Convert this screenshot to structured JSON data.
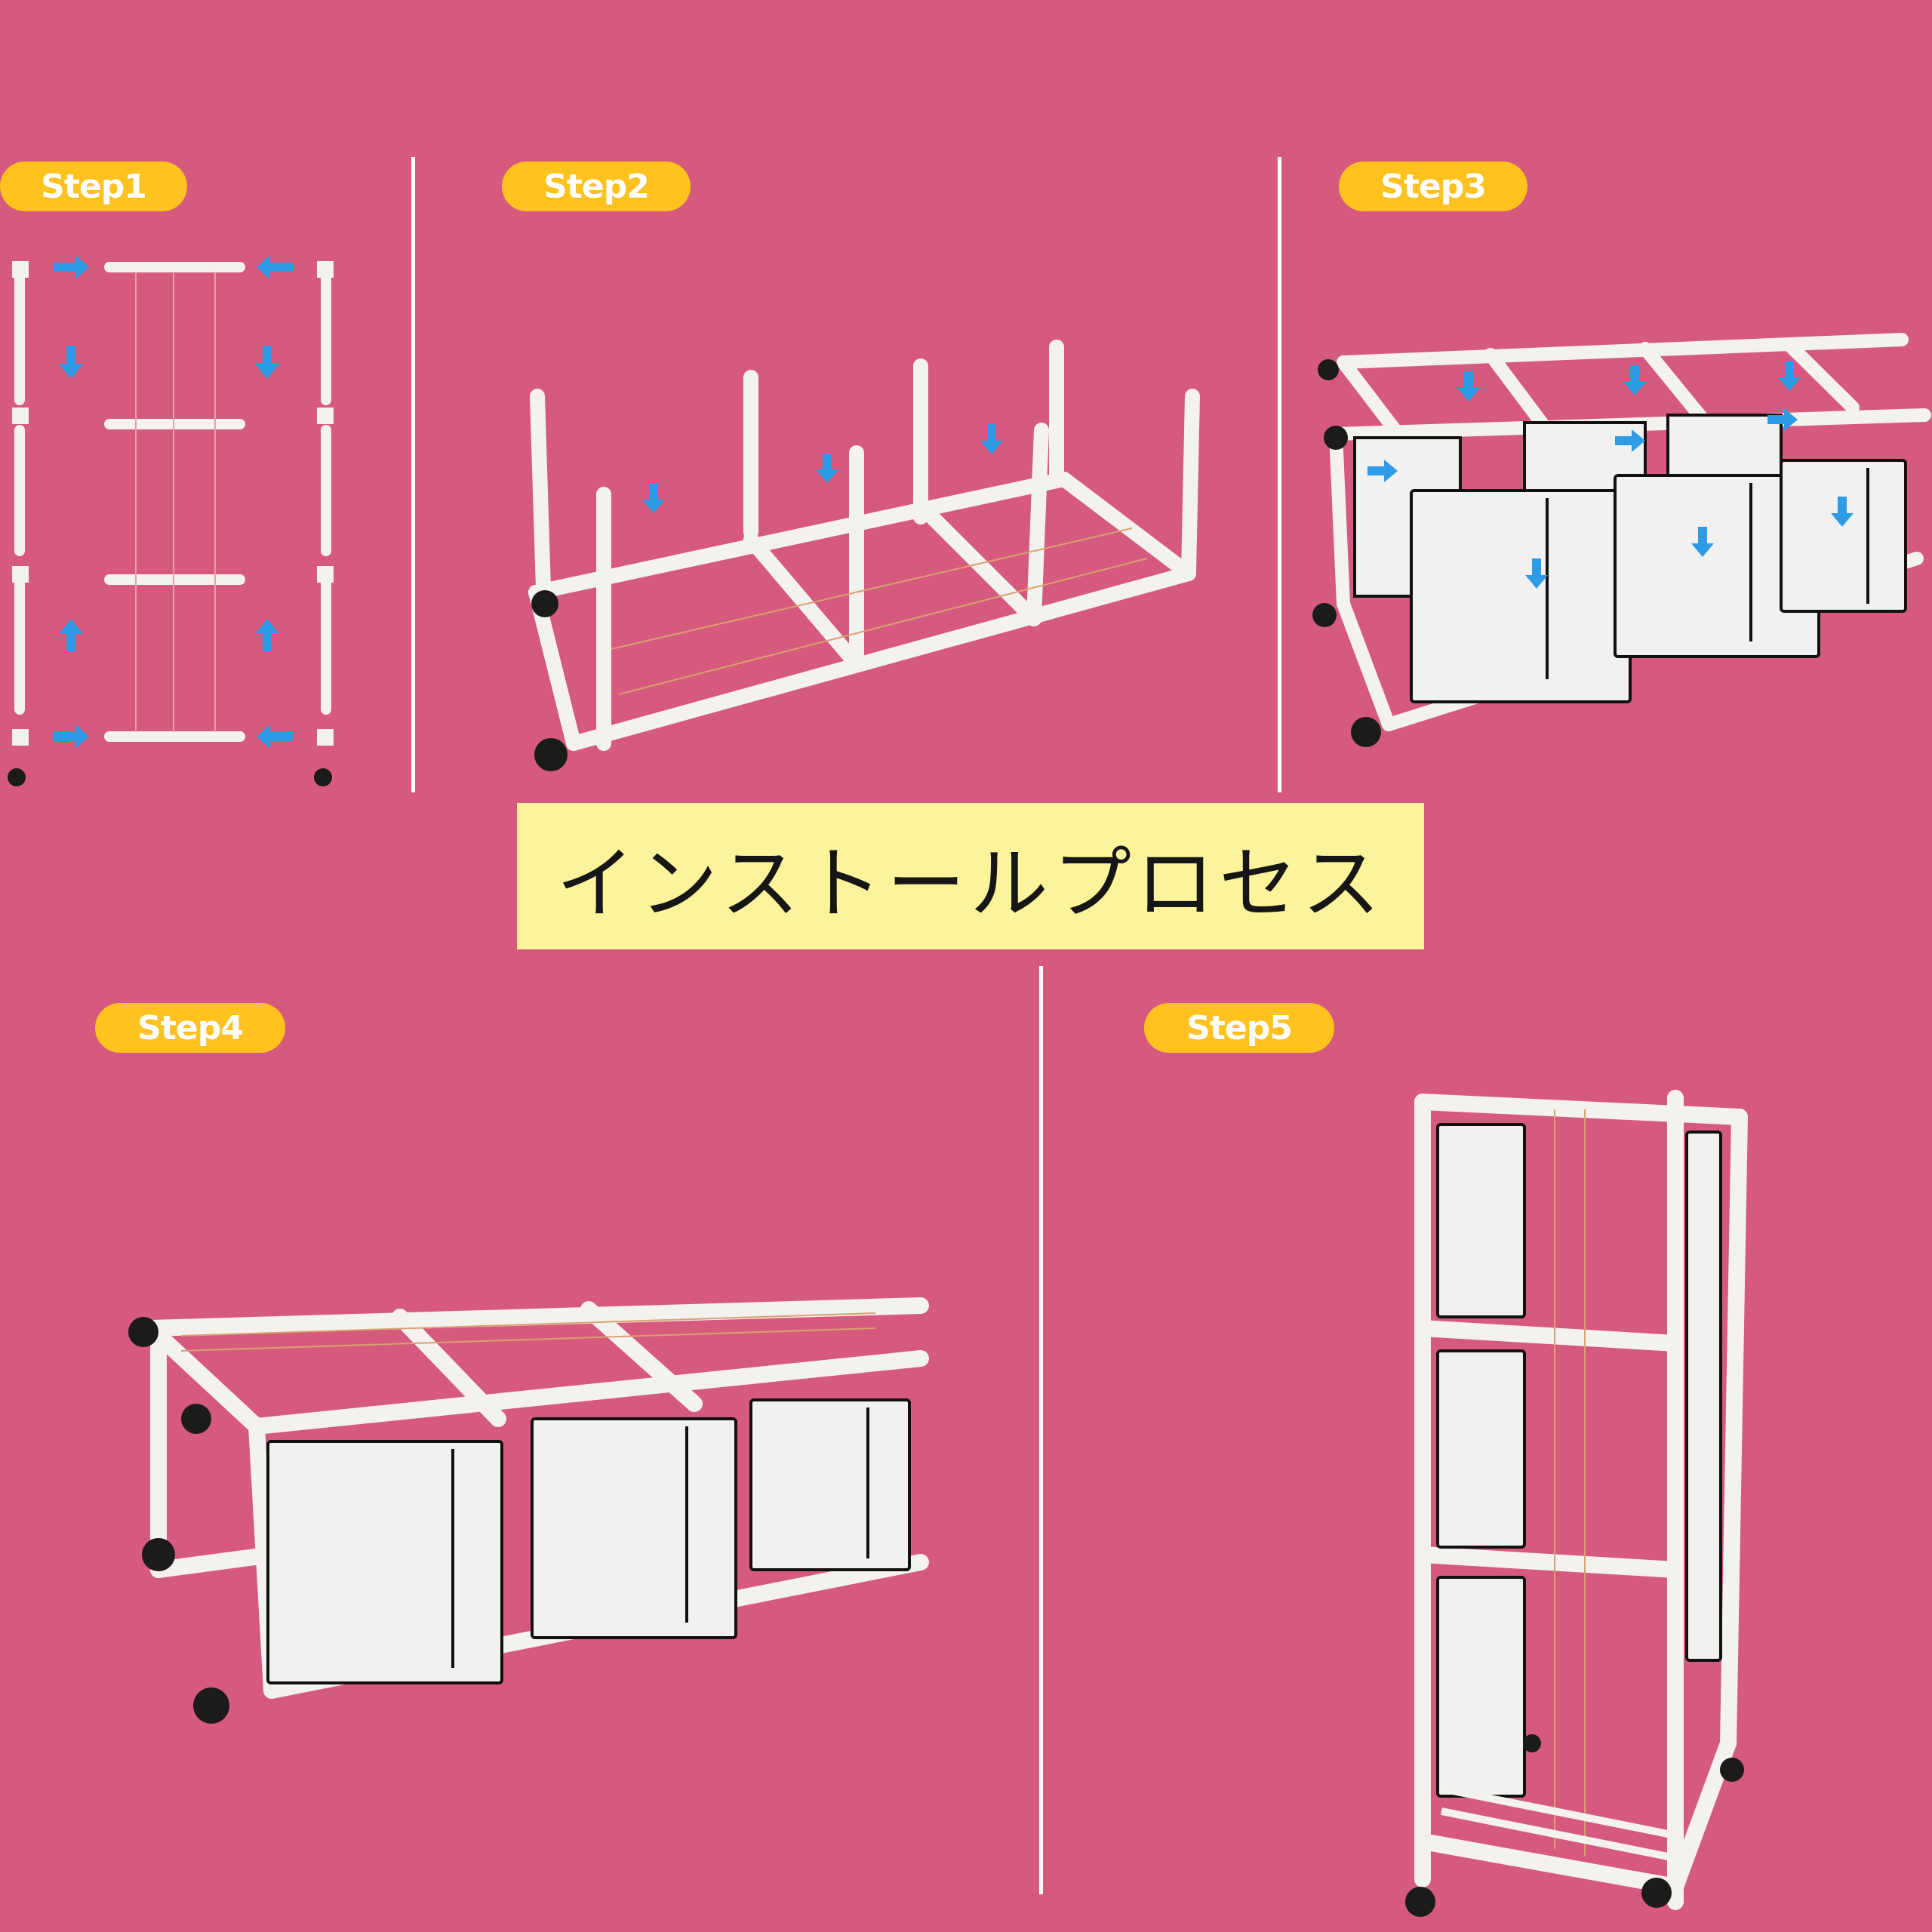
{
  "title": "インストールプロセス",
  "steps": [
    {
      "label": "Step1"
    },
    {
      "label": "Step2"
    },
    {
      "label": "Step3"
    },
    {
      "label": "Step4"
    },
    {
      "label": "Step5"
    }
  ],
  "colors": {
    "background": "#d65a7e",
    "badge": "#ffc21e",
    "badge_text": "#ffffff",
    "title_box": "#fdf39a",
    "pipe": "#f4f2ee",
    "fabric": "#f1f1f1",
    "arrow": "#2e9be6",
    "wheel": "#1b1b1b"
  }
}
